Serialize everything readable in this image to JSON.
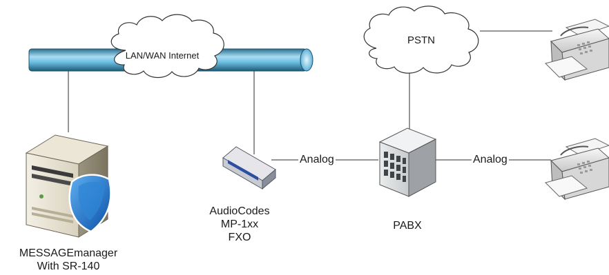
{
  "diagram": {
    "cloud_lan": {
      "label": "LAN/WAN Internet"
    },
    "cloud_pstn": {
      "label": "PSTN"
    },
    "link_gateway_pabx": {
      "label": "Analog"
    },
    "link_pabx_fax": {
      "label": "Analog"
    },
    "server": {
      "line1": "MESSAGEmanager",
      "line2": "With SR-140"
    },
    "gateway": {
      "line1": "AudioCodes",
      "line2": "MP-1xx",
      "line3": "FXO"
    },
    "pabx": {
      "label": "PABX"
    }
  }
}
